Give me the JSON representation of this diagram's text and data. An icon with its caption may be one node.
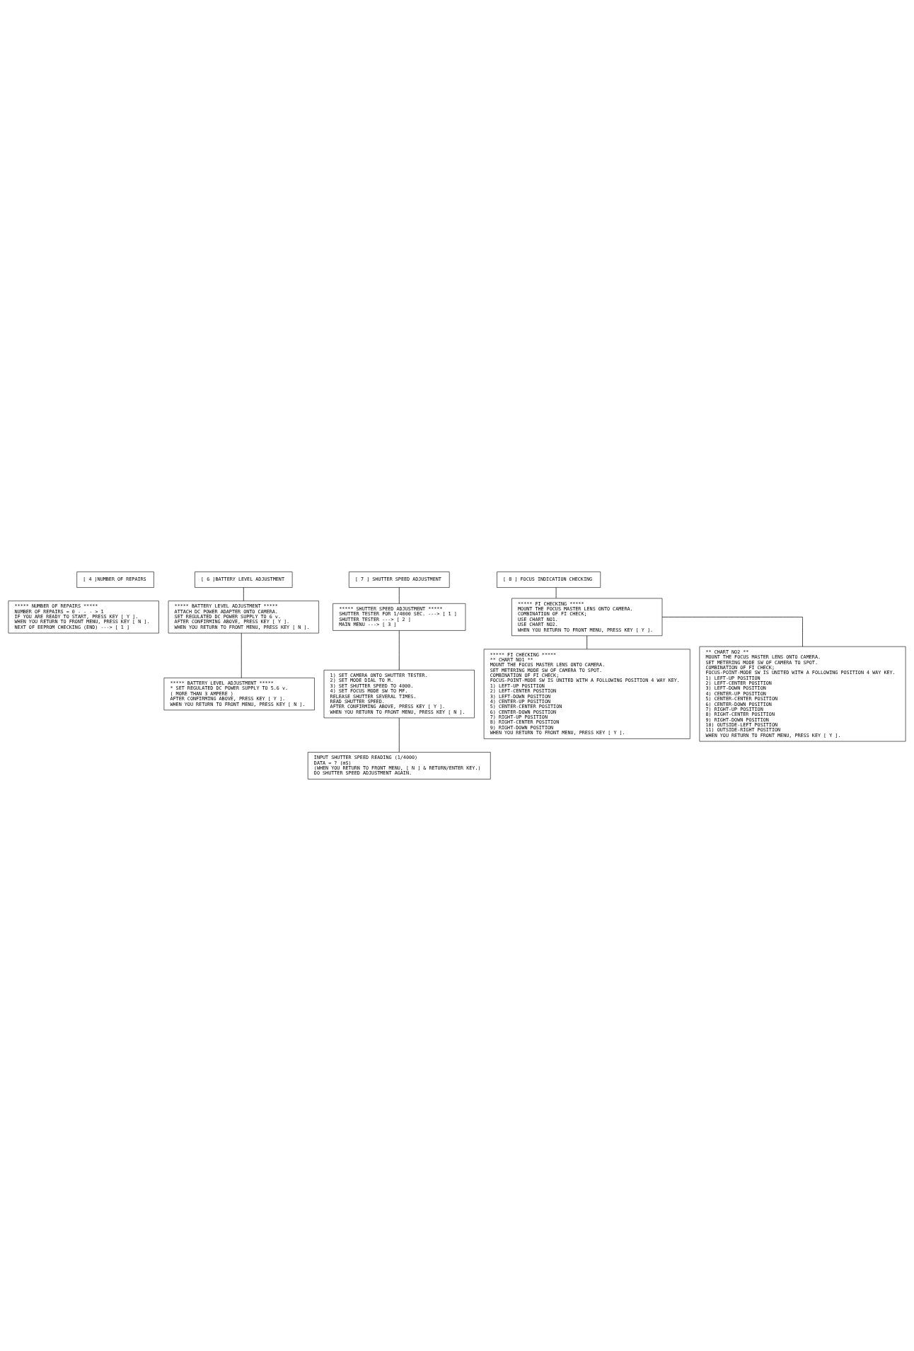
{
  "diagram": {
    "nodes": [
      {
        "text": [
          "[ 4 ]NUMBER OF REPAIRS"
        ]
      },
      {
        "text": [
          "[ 6 ]BATTERY LEVEL ADJUSTMENT"
        ]
      },
      {
        "text": [
          "[ 7 ] SHUTTER SPEED ADJUSTMENT"
        ]
      },
      {
        "text": [
          "[ 8 ] FOCUS INDICATION CHECKING"
        ]
      },
      {
        "text": [
          "***** NUMBER OF REPAIRS *****",
          "NUMBER OF REPAIRS = 0 - - - > 1",
          "IF YOU ARE READY TO START, PRESS KEY [ Y ].",
          "WHEN YOU RETURN TO FRONT MENU, PRESS KEY [ N ].",
          "NEXT OF EEPROM CHECKING (END) ---> [ 1 ]"
        ]
      },
      {
        "text": [
          "***** BATTERY LEVEL ADJUSTMENT *****",
          "ATTACH DC POWER ADAPTER ONTO CAMERA.",
          "SET REGULATED DC POWER SUPPLY TO 6 v.",
          "AFTER CONFIRMING ABOVE, PRESS KEY [ Y ].",
          "WHEN YOU RETURN TO FRONT MENU, PRESS KEY [ N ]."
        ]
      },
      {
        "text": [
          "***** BATTERY LEVEL ADJUSTMENT *****",
          "* SET REGULATED DC POWER SUPPLY TO 5.6 v.",
          "( MORE THAN 3 AMPERE )",
          "AFTER CONFIRMING ABOVE, PRESS KEY [ Y ].",
          "WHEN YOU RETURN TO FRONT MENU, PRESS KEY [ N ]."
        ]
      },
      {
        "text": [
          "***** SHUTTER SPEED ADJUSTMENT *****",
          "SHUTTER TESTER FOR 1/4000 SEC. ---> [ 1 ]",
          "SHUTTER TESTER ---> [ 2 ]",
          "MAIN MENU ---> [ 3 ]"
        ]
      },
      {
        "text": [
          "1) SET CAMERA ONTO SHUTTER TESTER.",
          "2) SET MODE DIAL TO M.",
          "3) SET SHUTTER SPEED TO 4000.",
          "4) SET FOCUS MODE SW TO MF.",
          "RELEASE SHUTTER SEVERAL TIMES.",
          "READ SHUTTER SPEED.",
          "AFTER CONFIRMING ABOVE, PRESS KEY [ Y ].",
          "WHEN YOU RETURN TO FRONT MENU, PRESS KEY [ N ]."
        ]
      },
      {
        "text": [
          "INPUT SHUTTER SPEED READING (1/4000)",
          "DATA = ? (mS)",
          "(WHEN YOU RETURN TO FRONT MENU, [ N ] & RETURN/ENTER KEY.)",
          "DO SHUTTER SPEED ADJUSTMENT AGAIN."
        ]
      },
      {
        "text": [
          "***** FI CHECKING *****",
          "MOUNT THE FOCUS MASTER LENS ONTO CAMERA.",
          "COMBINATION OF FI CHECK;",
          "USE CHART NO1.",
          "USE CHART NO2.",
          "WHEN YOU RETURN TO FRONT MENU, PRESS KEY [ Y ]."
        ]
      },
      {
        "text": [
          "***** FI CHECKING *****",
          "** CHART NO1 **",
          "MOUNT THE FOCUS MASTER LENS ONTO CAMERA.",
          "SET METERING MODE SW OF CAMERA TO SPOT.",
          "COMBINATION OF FI CHECK;",
          "FOCUS-POINT-MODE SW IS UNITED WITH A FOLLOWING POSITION 4 WAY KEY.",
          "1) LEFT-UP POSITION",
          "2) LEFT-CENTER POSITION",
          "3) LEFT-DOWN POSITION",
          "4) CENTER-UP POSITION",
          "5) CENTER-CENTER POSITION",
          "6) CENTER-DOWN POSITION",
          "7) RIGHT-UP POSITION",
          "8) RIGHT-CENTER POSITION",
          "9) RIGHT-DOWN POSITION",
          "WHEN YOU RETURN TO FRONT MENU, PRESS KEY [ Y ]."
        ]
      },
      {
        "text": [
          "** CHART NO2 **",
          "MOUNT THE FOCUS MASTER LENS ONTO CAMERA.",
          "SET METERING MODE SW OF CAMERA TO SPOT.",
          "COMBINATION OF FI CHECK;",
          "FOCUS-POINT-MODE SW IS UNITED WITH A FOLLOWING POSITION 4 WAY KEY.",
          "1) LEFT-UP POSITION",
          "2) LEFT-CENTER POSITION",
          "3) LEFT-DOWN POSITION",
          "4) CENTER-UP POSITION",
          "5) CENTER-CENTER POSITION",
          "6) CENTER-DOWN POSITION",
          "7) RIGHT-UP POSITION",
          "8) RIGHT-CENTER POSITION",
          "9) RIGHT-DOWN POSITION",
          "10) OUTSIDE-LEFT POSITION",
          "11) OUTSIDE-RIGHT POSITION",
          "WHEN YOU RETURN TO FRONT MENU, PRESS KEY [ Y ]."
        ]
      }
    ],
    "edges": [
      {
        "from": 1,
        "to": 5,
        "arrow": "none"
      },
      {
        "from": 5,
        "to": 6,
        "arrow": "none"
      },
      {
        "from": 2,
        "to": 7,
        "arrow": "none"
      },
      {
        "from": 7,
        "to": 8,
        "arrow": "none"
      },
      {
        "from": 8,
        "to": 9,
        "arrow": "none"
      },
      {
        "from": 3,
        "to": 10,
        "arrow": "none"
      },
      {
        "from": 10,
        "to": 11,
        "arrow": "none"
      },
      {
        "from": 10,
        "to": 12,
        "arrow": "none"
      }
    ]
  }
}
